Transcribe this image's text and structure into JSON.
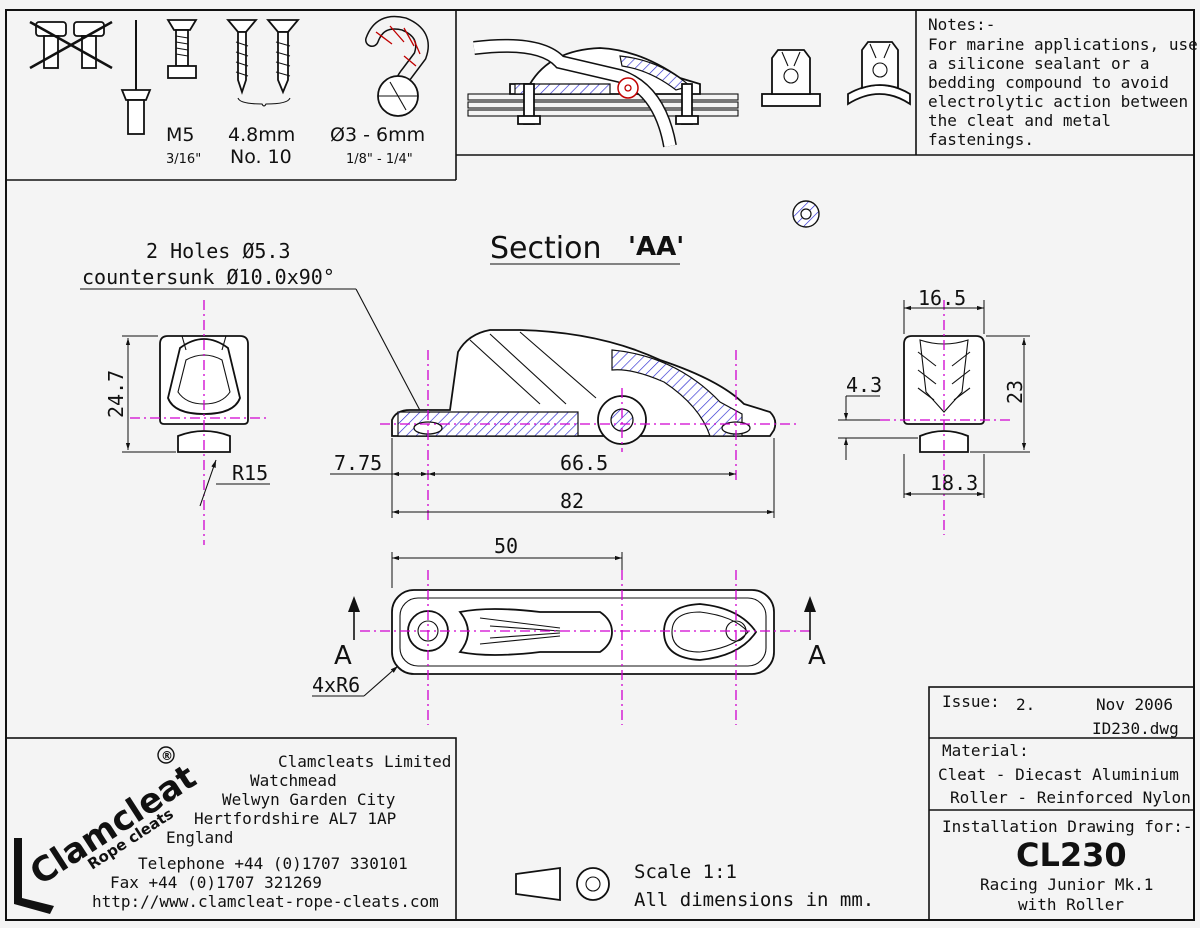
{
  "fasteners": {
    "m5": "M5",
    "m5_imperial": "3/16\"",
    "screw_size": "4.8mm",
    "screw_no": "No. 10",
    "rope_diameter": "Ø3 - 6mm",
    "rope_imperial": "1/8\" - 1/4\""
  },
  "notes": {
    "heading": "Notes:-",
    "lines": [
      "For marine applications, use",
      "a silicone sealant or a",
      "bedding compound to avoid",
      "electrolytic action between",
      "the cleat and metal",
      "fastenings."
    ]
  },
  "section": {
    "title": "Section",
    "label": "'AA'"
  },
  "dimensions": {
    "holes": "2 Holes Ø5.3",
    "countersunk": "countersunk Ø10.0x90°",
    "height_left": "24.7",
    "radius": "R15",
    "offset": "7.75",
    "hole_spacing": "66.5",
    "overall_length": "82",
    "top_width": "16.5",
    "side_small": "4.3",
    "side_height": "23",
    "base_width": "18.3",
    "plan_length": "50",
    "corner_radius": "4xR6",
    "section_mark_left": "A",
    "section_mark_right": "A"
  },
  "company": {
    "logo_main": "Clamcleat",
    "logo_sub": "Rope cleats",
    "logo_reg": "®",
    "lines": [
      "Clamcleats Limited",
      "Watchmead",
      "Welwyn Garden City",
      "Hertfordshire AL7 1AP",
      "England",
      "Telephone +44 (0)1707 330101",
      "Fax +44 (0)1707 321269",
      "http://www.clamcleat-rope-cleats.com"
    ]
  },
  "scale": {
    "scale": "Scale 1:1",
    "units": "All dimensions in mm."
  },
  "title_block": {
    "issue_label": "Issue:",
    "issue": "2.",
    "date": "Nov 2006",
    "file": "ID230.dwg",
    "material_label": "Material:",
    "material_cleat": "Cleat - Diecast Aluminium",
    "material_roller": "Roller - Reinforced Nylon",
    "install_for": "Installation Drawing for:-",
    "part_no": "CL230",
    "desc1": "Racing Junior Mk.1",
    "desc2": "with Roller"
  },
  "colors": {
    "centerline": "#d000d0",
    "hatch": "#2a2ad0",
    "rope": "#c00000"
  }
}
